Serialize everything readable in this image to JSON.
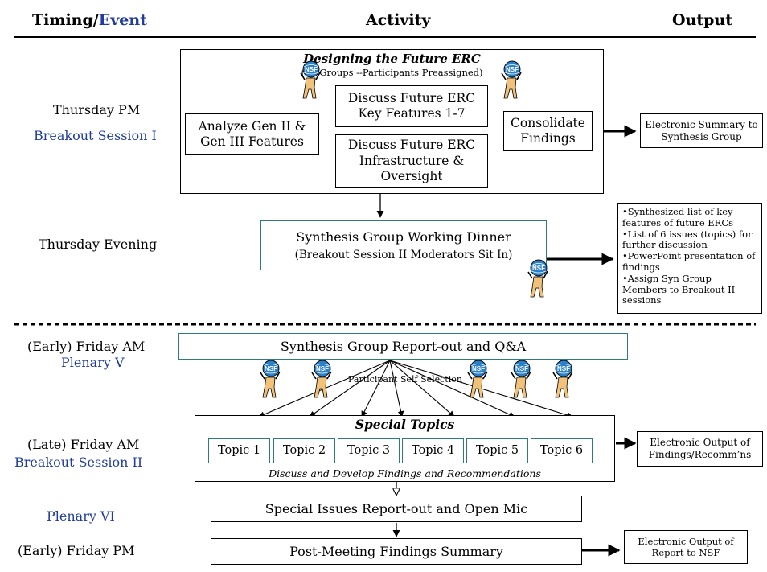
{
  "header": {
    "timing": "Timing/",
    "event": "Event",
    "activity": "Activity",
    "output": "Output"
  },
  "left": {
    "thursday_pm": "Thursday PM",
    "breakout_1": "Breakout Session I",
    "thursday_evening": "Thursday Evening",
    "early_friday_am": "(Early) Friday AM",
    "plenary_v": "Plenary V",
    "late_friday_am": "(Late) Friday AM",
    "breakout_2": "Breakout Session II",
    "plenary_vi": "Plenary VI",
    "early_friday_pm": "(Early) Friday PM"
  },
  "erc": {
    "title": "Designing the Future ERC",
    "subtitle": "(12 Groups --Participants   Preassigned)",
    "analyze": [
      "Analyze Gen II &",
      "Gen III Features"
    ],
    "key_features": [
      "Discuss Future ERC",
      "Key Features 1-7"
    ],
    "infrastructure": [
      "Discuss Future ERC",
      "Infrastructure &",
      "Oversight"
    ],
    "consolidate": [
      "Consolidate",
      "Findings"
    ]
  },
  "output_1": [
    "Electronic Summary to",
    "Synthesis Group"
  ],
  "synthesis": {
    "title": "Synthesis Group Working Dinner",
    "subtitle": "(Breakout Session II Moderators Sit In)"
  },
  "synthesis_output": [
    "•Synthesized list of key features of future ERCs",
    "•List of 6 issues (topics) for further discussion",
    "•PowerPoint presentation of findings",
    "•Assign Syn Group Members to Breakout II sessions"
  ],
  "report_out": "Synthesis Group Report-out and Q&A",
  "self_selection": "Participant Self Selection",
  "special": {
    "title": "Special Topics",
    "topics": [
      "Topic 1",
      "Topic 2",
      "Topic 3",
      "Topic 4",
      "Topic 5",
      "Topic 6"
    ],
    "footer": "Discuss and Develop Findings and Recommendations"
  },
  "output_2": [
    "Electronic Output of",
    "Findings/Recomm’ns"
  ],
  "special_issues": "Special Issues Report-out and Open   Mic",
  "post_meeting": "Post-Meeting Findings Summary",
  "output_3": [
    "Electronic Output of",
    "Report to NSF"
  ],
  "icon": {
    "name": "nsf-person-icon",
    "badge": "NSF",
    "globe_color": "#2a7fc9",
    "body_color": "#f3c27a"
  }
}
